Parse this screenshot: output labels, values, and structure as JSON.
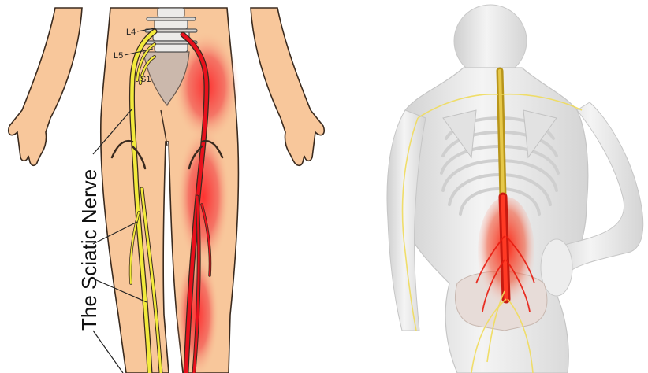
{
  "left_panel": {
    "labels": {
      "l4": "L4",
      "l5": "L5",
      "s1": "S1",
      "caption": "The Sciatic Nerve"
    },
    "colors": {
      "skin": "#f8c79b",
      "skin_outline": "#3a2a1e",
      "nerve": "#f2ea3c",
      "pain": "#e8101c",
      "spine": "#e9e6e3",
      "sacrum": "#cbb8ac"
    }
  },
  "right_panel": {
    "colors": {
      "body": "#e9e9e9",
      "ribs": "#d6d6d6",
      "spinal_cord": "#c7a21a",
      "pain": "#e81c10",
      "nerve": "#f0dc5c"
    }
  }
}
